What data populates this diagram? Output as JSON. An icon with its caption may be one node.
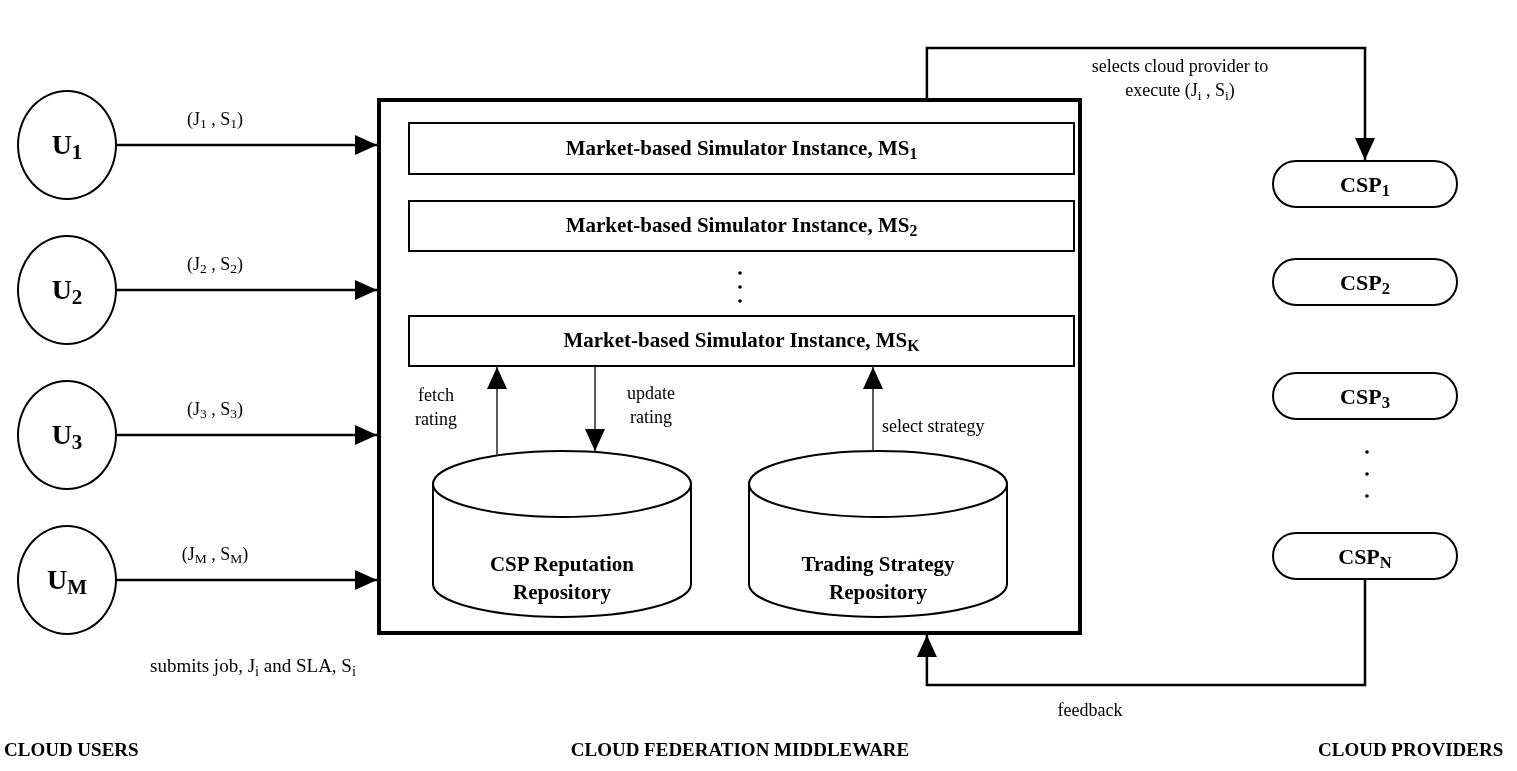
{
  "diagram": {
    "nodes": [
      {
        "text": [
          "U$_{1}$"
        ]
      },
      {
        "text": [
          "U$_{2}$"
        ]
      },
      {
        "text": [
          "U$_{3}$"
        ]
      },
      {
        "text": [
          "U$_{M}$"
        ]
      },
      {
        "text": [],
        "shape": "box"
      },
      {
        "text": [
          "Market-based Simulator Instance, MS$_{1}$"
        ],
        "in": 4
      },
      {
        "text": [
          "Market-based Simulator Instance, MS$_{2}$"
        ],
        "in": 4
      },
      {
        "text": [
          "Market-based Simulator Instance, MS$_{K}$"
        ],
        "in": 4
      },
      {
        "text": [
          "CSP Reputation Repository"
        ],
        "in": 4
      },
      {
        "text": [
          "Trading Strategy Repository"
        ],
        "in": 4
      },
      {
        "text": [
          "CSP$_{1}$"
        ]
      },
      {
        "text": [
          "CSP$_{2}$"
        ]
      },
      {
        "text": [
          "CSP$_{3}$"
        ]
      },
      {
        "text": [
          "CSP$_{N}$"
        ]
      }
    ],
    "edges": [
      {
        "from": 0,
        "to": 4,
        "label": "(J$_{1}$ , S$_{1}$)",
        "arrow": "to"
      },
      {
        "from": 1,
        "to": 4,
        "label": "(J$_{2}$ , S$_{2}$)",
        "arrow": "to"
      },
      {
        "from": 2,
        "to": 4,
        "label": "(J$_{3}$ , S$_{3}$)",
        "arrow": "to"
      },
      {
        "from": 3,
        "to": 4,
        "label": "(J$_{M}$ , S$_{M}$)",
        "arrow": "to"
      },
      {
        "from": 8,
        "to": 7,
        "label": "fetch rating",
        "arrow": "to"
      },
      {
        "from": 7,
        "to": 8,
        "label": "update rating",
        "arrow": "to"
      },
      {
        "from": 9,
        "to": 7,
        "label": "select strategy",
        "arrow": "to"
      },
      {
        "from": 4,
        "to": 10,
        "label": "selects cloud provider to execute (J$_{i}$ , S$_{i}$)",
        "arrow": "to"
      },
      {
        "from": 13,
        "to": 4,
        "label": "feedback",
        "arrow": "to"
      }
    ],
    "labels": [
      "submits job, J$_{i}$ and SLA, S$_{i}$",
      "CLOUD USERS",
      "CLOUD FEDERATION MIDDLEWARE",
      "CLOUD PROVIDERS"
    ]
  }
}
